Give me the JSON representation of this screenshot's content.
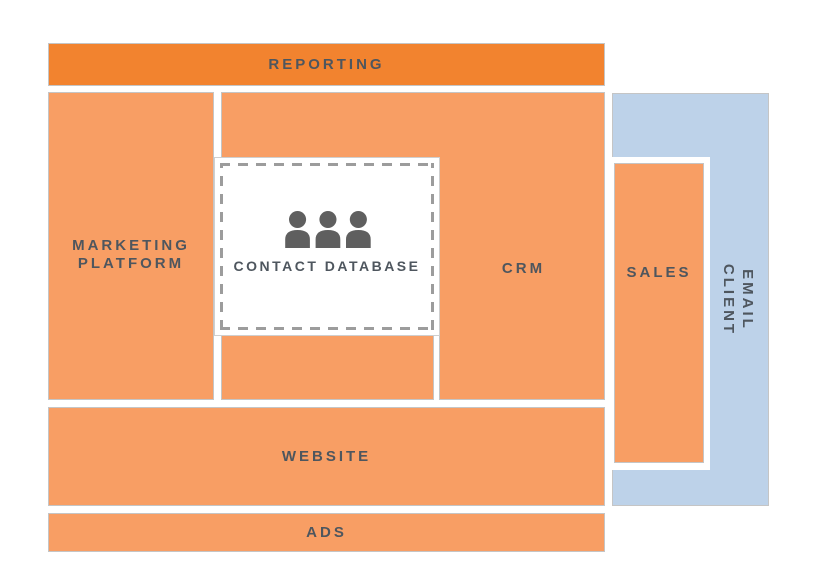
{
  "diagram": {
    "description": "Marketing growth stack block diagram",
    "colors": {
      "dark_orange": "#F2832F",
      "light_orange": "#F89E64",
      "light_blue": "#BDD2E9",
      "label_text": "#4E565E",
      "dashed_border": "#9C9C9C",
      "block_border": "#C5C5C5",
      "icon_gray": "#5F5F5F"
    },
    "blocks": {
      "reporting": {
        "label": "REPORTING"
      },
      "marketing_platform": {
        "lines": [
          "MARKETING",
          "PLATFORM"
        ]
      },
      "contact_database": {
        "label": "CONTACT DATABASE",
        "icon": "people-group-icon"
      },
      "crm": {
        "label": "CRM"
      },
      "sales": {
        "label": "SALES"
      },
      "email_client": {
        "lines": [
          "EMAIL",
          "CLIENT"
        ]
      },
      "website": {
        "label": "WEBSITE"
      },
      "ads": {
        "label": "ADS"
      }
    }
  }
}
